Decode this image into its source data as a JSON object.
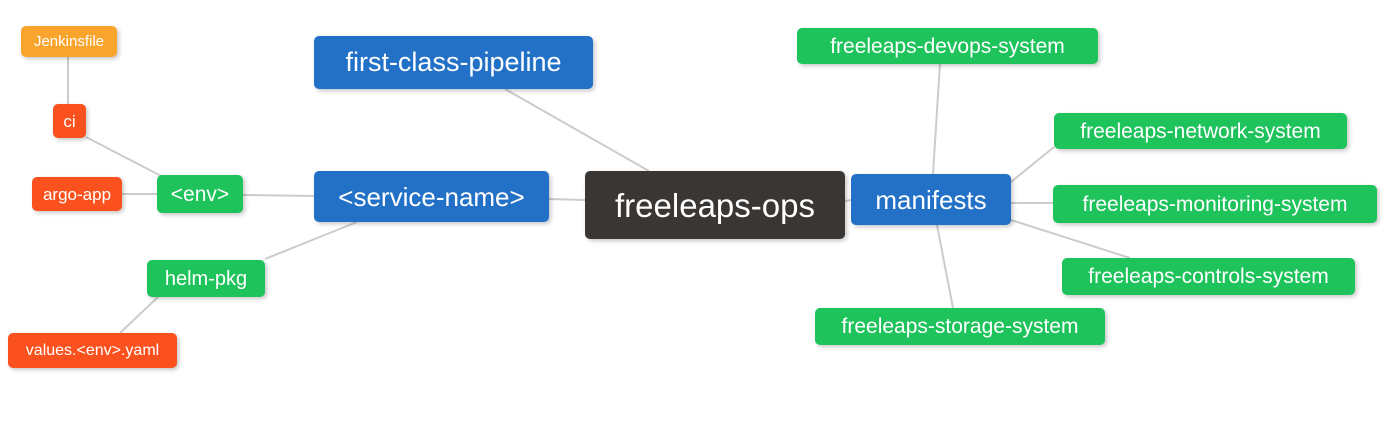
{
  "palette": {
    "blue": "#2271C7",
    "green": "#1FC35C",
    "dark": "#3A3633",
    "red": "#FA511F",
    "amber": "#F9A42C",
    "line": "#CCCCCC",
    "text": "#FFFFFF",
    "background": "#FFFFFF"
  },
  "nodes": {
    "root": {
      "label": "freeleaps-ops",
      "color": "dark"
    },
    "first_class_pipeline": {
      "label": "first-class-pipeline",
      "color": "blue"
    },
    "service_name": {
      "label": "<service-name>",
      "color": "blue"
    },
    "manifests": {
      "label": "manifests",
      "color": "blue"
    },
    "env": {
      "label": "<env>",
      "color": "green"
    },
    "helm_pkg": {
      "label": "helm-pkg",
      "color": "green"
    },
    "argo_app": {
      "label": "argo-app",
      "color": "red"
    },
    "ci": {
      "label": "ci",
      "color": "red"
    },
    "jenkinsfile": {
      "label": "Jenkinsfile",
      "color": "amber"
    },
    "values_env_yaml": {
      "label": "values.<env>.yaml",
      "color": "red"
    },
    "devops_system": {
      "label": "freeleaps-devops-system",
      "color": "green"
    },
    "network_system": {
      "label": "freeleaps-network-system",
      "color": "green"
    },
    "monitoring_system": {
      "label": "freeleaps-monitoring-system",
      "color": "green"
    },
    "controls_system": {
      "label": "freeleaps-controls-system",
      "color": "green"
    },
    "storage_system": {
      "label": "freeleaps-storage-system",
      "color": "green"
    }
  },
  "edges": [
    {
      "from": "jenkinsfile",
      "to": "ci"
    },
    {
      "from": "ci",
      "to": "env"
    },
    {
      "from": "argo_app",
      "to": "env"
    },
    {
      "from": "env",
      "to": "service_name"
    },
    {
      "from": "service_name",
      "to": "helm_pkg"
    },
    {
      "from": "helm_pkg",
      "to": "values_env_yaml"
    },
    {
      "from": "service_name",
      "to": "root"
    },
    {
      "from": "first_class_pipeline",
      "to": "root"
    },
    {
      "from": "root",
      "to": "manifests"
    },
    {
      "from": "manifests",
      "to": "devops_system"
    },
    {
      "from": "manifests",
      "to": "network_system"
    },
    {
      "from": "manifests",
      "to": "monitoring_system"
    },
    {
      "from": "manifests",
      "to": "controls_system"
    },
    {
      "from": "manifests",
      "to": "storage_system"
    }
  ]
}
